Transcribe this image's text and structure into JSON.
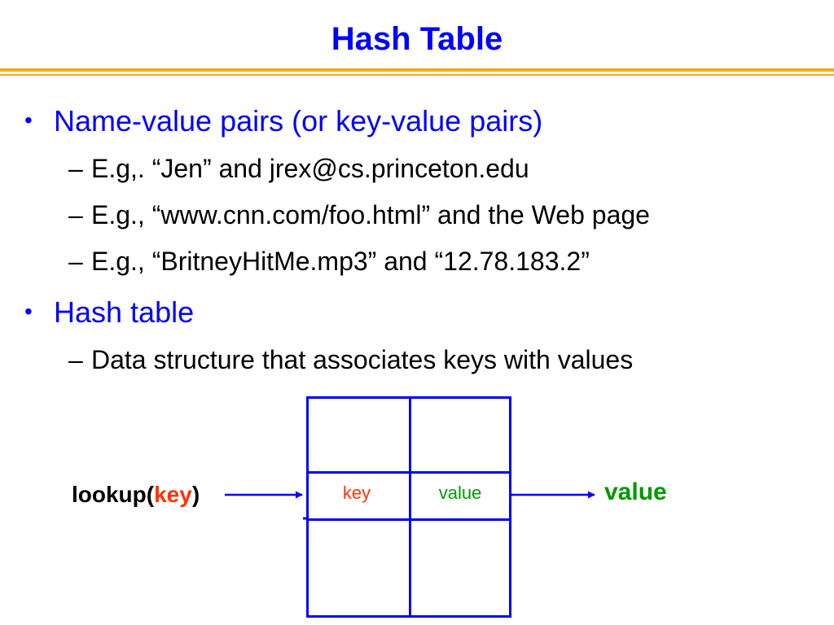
{
  "slide": {
    "title": "Hash Table"
  },
  "bullets": [
    {
      "text": "Name-value pairs (or key-value pairs)",
      "subs": [
        "E.g,. “Jen” and jrex@cs.princeton.edu",
        "E.g., “www.cnn.com/foo.html” and the Web page",
        "E.g., “BritneyHitMe.mp3” and “12.78.183.2”"
      ]
    },
    {
      "text": "Hash table",
      "subs": [
        "Data structure that associates keys with values"
      ]
    }
  ],
  "symbols": {
    "bullet": "•",
    "dash": "–"
  },
  "diagram": {
    "lookup_prefix": "lookup(",
    "lookup_key": "key",
    "lookup_suffix": ")",
    "cell_key": "key",
    "cell_value": "value",
    "output": "value",
    "colors": {
      "grid": "#0000ff",
      "key": "#ff3300",
      "value": "#009900"
    }
  },
  "colors": {
    "title": "#0000ff",
    "rule": "#f6a623",
    "bullet_text": "#0000ff",
    "sub_text": "#000000"
  }
}
